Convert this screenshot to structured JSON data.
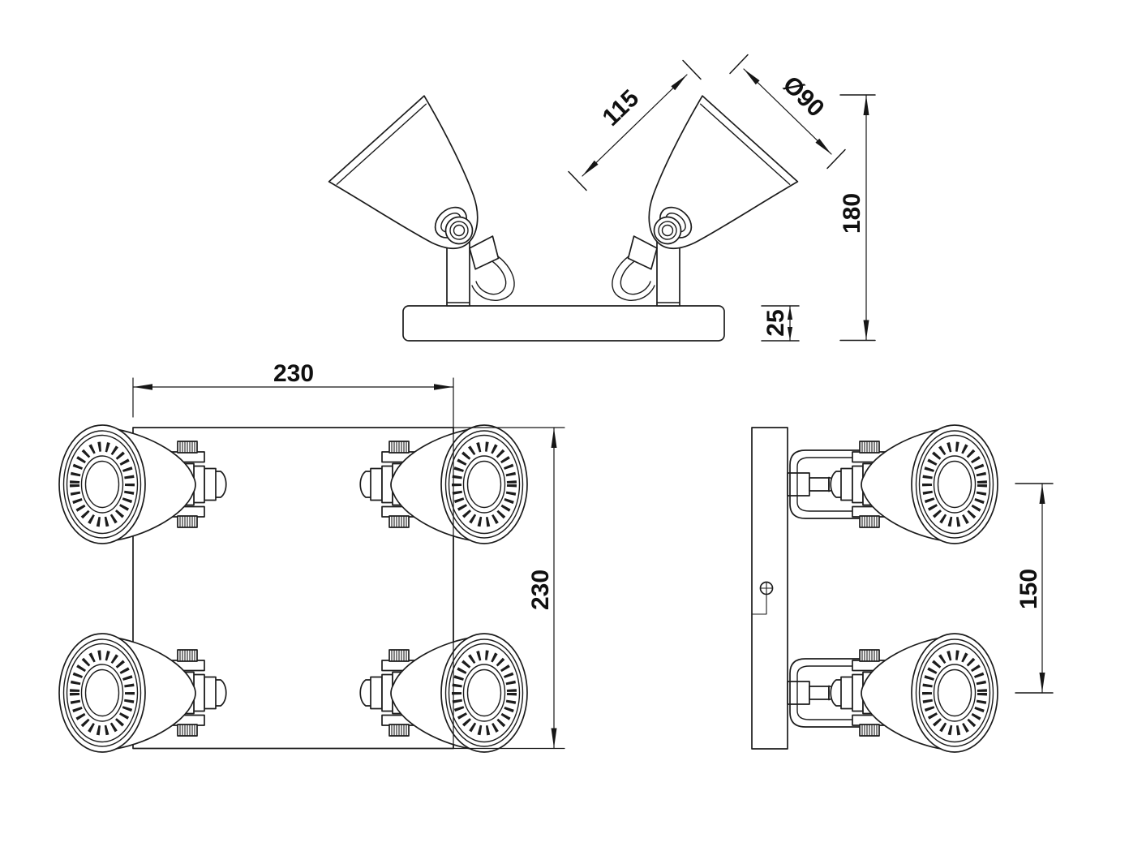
{
  "drawing": {
    "background_color": "#ffffff",
    "line_color": "#1c1c1c",
    "type_note": "technical dimension drawing, three orthographic views of a two-arm / four-spot ceiling light",
    "dims": {
      "head_length": "115",
      "head_diameter": "Ø90",
      "fixture_height": "180",
      "base_thickness": "25",
      "base_width": "230",
      "base_depth": "230",
      "spot_spacing": "150"
    }
  }
}
